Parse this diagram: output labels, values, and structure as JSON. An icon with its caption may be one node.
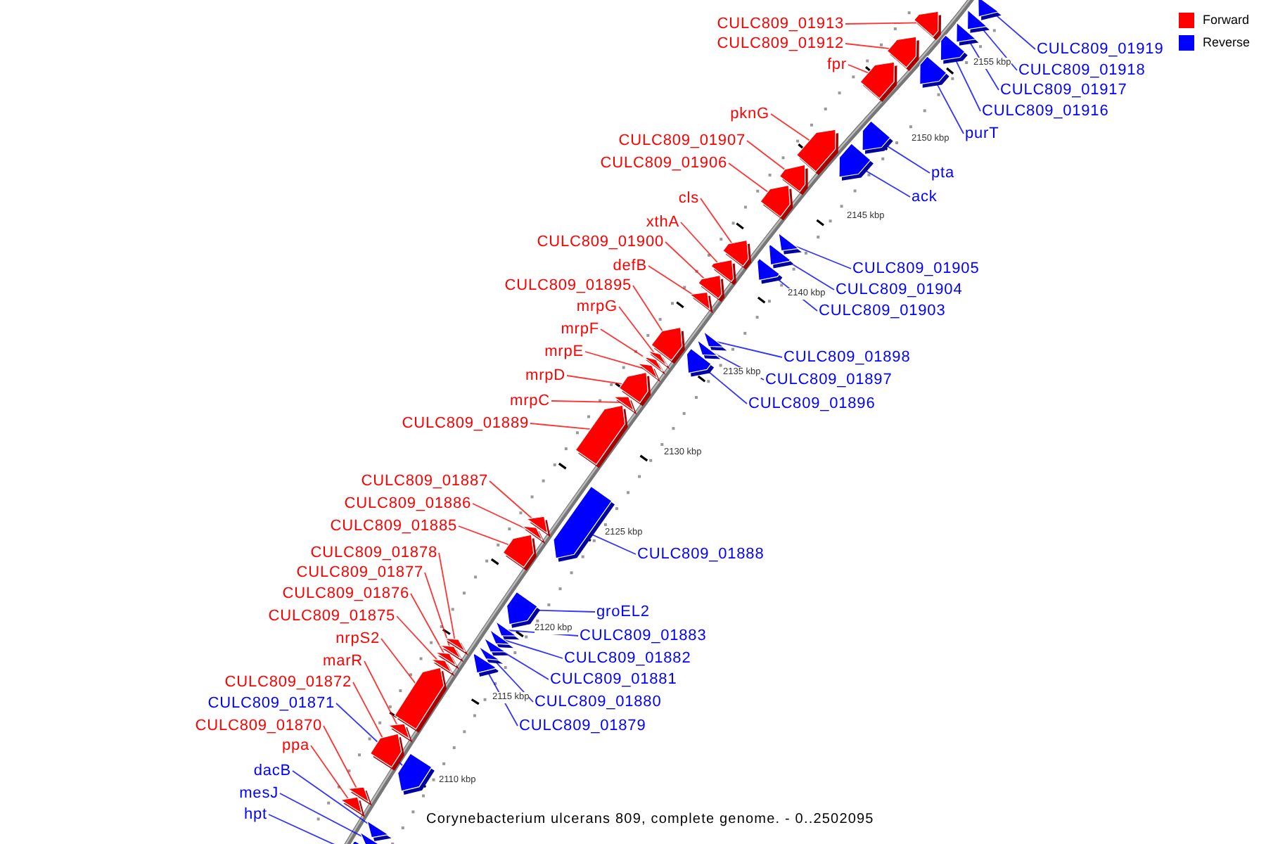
{
  "diagram": {
    "caption": "Corynebacterium ulcerans 809, complete genome. - 0..2502095",
    "nodes": [
      {
        "text": [
          "CULC809_01913"
        ]
      },
      {
        "text": [
          "CULC809_01912"
        ]
      },
      {
        "text": [
          "fpr"
        ]
      },
      {
        "text": [
          "pknG"
        ]
      },
      {
        "text": [
          "CULC809_01907"
        ]
      },
      {
        "text": [
          "CULC809_01906"
        ]
      },
      {
        "text": [
          "cls"
        ]
      },
      {
        "text": [
          "xthA"
        ]
      },
      {
        "text": [
          "CULC809_01900"
        ]
      },
      {
        "text": [
          "defB"
        ]
      },
      {
        "text": [
          "CULC809_01895"
        ]
      },
      {
        "text": [
          "mrpG"
        ]
      },
      {
        "text": [
          "mrpF"
        ]
      },
      {
        "text": [
          "mrpE"
        ]
      },
      {
        "text": [
          "mrpD"
        ]
      },
      {
        "text": [
          "mrpC"
        ]
      },
      {
        "text": [
          "CULC809_01889"
        ]
      },
      {
        "text": [
          "CULC809_01887"
        ]
      },
      {
        "text": [
          "CULC809_01886"
        ]
      },
      {
        "text": [
          "CULC809_01885"
        ]
      },
      {
        "text": [
          "CULC809_01878"
        ]
      },
      {
        "text": [
          "CULC809_01877"
        ]
      },
      {
        "text": [
          "CULC809_01876"
        ]
      },
      {
        "text": [
          "CULC809_01875"
        ]
      },
      {
        "text": [
          "nrpS2"
        ]
      },
      {
        "text": [
          "marR"
        ]
      },
      {
        "text": [
          "CULC809_01872"
        ]
      },
      {
        "text": [
          "CULC809_01870"
        ]
      },
      {
        "text": [
          "ppa"
        ]
      },
      {
        "text": [
          "CULC809_01919"
        ]
      },
      {
        "text": [
          "CULC809_01918"
        ]
      },
      {
        "text": [
          "CULC809_01917"
        ]
      },
      {
        "text": [
          "CULC809_01916"
        ]
      },
      {
        "text": [
          "purT"
        ]
      },
      {
        "text": [
          "pta"
        ]
      },
      {
        "text": [
          "ack"
        ]
      },
      {
        "text": [
          "CULC809_01905"
        ]
      },
      {
        "text": [
          "CULC809_01904"
        ]
      },
      {
        "text": [
          "CULC809_01903"
        ]
      },
      {
        "text": [
          "CULC809_01898"
        ]
      },
      {
        "text": [
          "CULC809_01897"
        ]
      },
      {
        "text": [
          "CULC809_01896"
        ]
      },
      {
        "text": [
          "CULC809_01888"
        ]
      },
      {
        "text": [
          "groEL2"
        ]
      },
      {
        "text": [
          "CULC809_01883"
        ]
      },
      {
        "text": [
          "CULC809_01882"
        ]
      },
      {
        "text": [
          "CULC809_01881"
        ]
      },
      {
        "text": [
          "CULC809_01880"
        ]
      },
      {
        "text": [
          "CULC809_01879"
        ]
      },
      {
        "text": [
          "CULC809_01871"
        ]
      },
      {
        "text": [
          "dacB"
        ]
      },
      {
        "text": [
          "mesJ"
        ]
      },
      {
        "text": [
          "hpt"
        ]
      },
      {
        "text": [],
        "shape": "pentagon"
      },
      {
        "text": [],
        "shape": "pentagon"
      },
      {
        "text": [],
        "shape": "pentagon"
      },
      {
        "text": [],
        "shape": "pentagon"
      },
      {
        "text": [],
        "shape": "pentagon"
      },
      {
        "text": [],
        "shape": "pentagon"
      },
      {
        "text": [],
        "shape": "pentagon"
      },
      {
        "text": [],
        "shape": "pentagon"
      },
      {
        "text": [],
        "shape": "pentagon"
      },
      {
        "text": [],
        "shape": "pentagon"
      },
      {
        "text": [],
        "shape": "pentagon"
      },
      {
        "text": [],
        "shape": "pentagon"
      },
      {
        "text": [],
        "shape": "pentagon"
      },
      {
        "text": [],
        "shape": "pentagon"
      },
      {
        "text": [],
        "shape": "pentagon"
      },
      {
        "text": [],
        "shape": "pentagon"
      },
      {
        "text": [],
        "shape": "pentagon"
      },
      {
        "text": [],
        "shape": "pentagon"
      },
      {
        "text": [],
        "shape": "pentagon"
      },
      {
        "text": [],
        "shape": "pentagon"
      },
      {
        "text": [],
        "shape": "pentagon"
      },
      {
        "text": [],
        "shape": "pentagon"
      },
      {
        "text": [],
        "shape": "pentagon"
      },
      {
        "text": [],
        "shape": "pentagon"
      },
      {
        "text": [],
        "shape": "pentagon"
      },
      {
        "text": [],
        "shape": "pentagon"
      },
      {
        "text": [],
        "shape": "pentagon"
      },
      {
        "text": [],
        "shape": "pentagon"
      },
      {
        "text": [],
        "shape": "pentagon"
      },
      {
        "text": [],
        "shape": "pentagon"
      },
      {
        "text": [],
        "shape": "pentagon"
      },
      {
        "text": [],
        "shape": "pentagon"
      },
      {
        "text": [],
        "shape": "pentagon"
      },
      {
        "text": [],
        "shape": "pentagon"
      },
      {
        "text": [],
        "shape": "pentagon"
      },
      {
        "text": [],
        "shape": "pentagon"
      },
      {
        "text": [],
        "shape": "pentagon"
      },
      {
        "text": [],
        "shape": "pentagon"
      },
      {
        "text": [],
        "shape": "pentagon"
      },
      {
        "text": [],
        "shape": "pentagon"
      },
      {
        "text": [],
        "shape": "pentagon"
      },
      {
        "text": [],
        "shape": "pentagon"
      },
      {
        "text": [],
        "shape": "pentagon"
      },
      {
        "text": [],
        "shape": "pentagon"
      },
      {
        "text": [],
        "shape": "pentagon"
      },
      {
        "text": [],
        "shape": "pentagon"
      },
      {
        "text": [],
        "shape": "pentagon"
      },
      {
        "text": [],
        "shape": "pentagon"
      },
      {
        "text": [],
        "shape": "pentagon"
      },
      {
        "text": [],
        "shape": "pentagon"
      },
      {
        "text": [],
        "shape": "pentagon"
      },
      {
        "text": [],
        "shape": "pentagon"
      },
      {
        "text": [],
        "shape": "pentagon"
      }
    ],
    "edges": [
      {
        "from": 0,
        "to": 53,
        "arrow": "none"
      },
      {
        "from": 1,
        "to": 54,
        "arrow": "none"
      },
      {
        "from": 2,
        "to": 55,
        "arrow": "none"
      },
      {
        "from": 3,
        "to": 56,
        "arrow": "none"
      },
      {
        "from": 4,
        "to": 57,
        "arrow": "none"
      },
      {
        "from": 5,
        "to": 58,
        "arrow": "none"
      },
      {
        "from": 6,
        "to": 59,
        "arrow": "none"
      },
      {
        "from": 7,
        "to": 60,
        "arrow": "none"
      },
      {
        "from": 8,
        "to": 61,
        "arrow": "none"
      },
      {
        "from": 9,
        "to": 62,
        "arrow": "none"
      },
      {
        "from": 10,
        "to": 63,
        "arrow": "none"
      },
      {
        "from": 11,
        "to": 64,
        "arrow": "none"
      },
      {
        "from": 12,
        "to": 65,
        "arrow": "none"
      },
      {
        "from": 13,
        "to": 66,
        "arrow": "none"
      },
      {
        "from": 14,
        "to": 67,
        "arrow": "none"
      },
      {
        "from": 15,
        "to": 68,
        "arrow": "none"
      },
      {
        "from": 16,
        "to": 69,
        "arrow": "none"
      },
      {
        "from": 17,
        "to": 70,
        "arrow": "none"
      },
      {
        "from": 18,
        "to": 71,
        "arrow": "none"
      },
      {
        "from": 19,
        "to": 72,
        "arrow": "none"
      },
      {
        "from": 20,
        "to": 73,
        "arrow": "none"
      },
      {
        "from": 21,
        "to": 74,
        "arrow": "none"
      },
      {
        "from": 22,
        "to": 75,
        "arrow": "none"
      },
      {
        "from": 23,
        "to": 76,
        "arrow": "none"
      },
      {
        "from": 24,
        "to": 77,
        "arrow": "none"
      },
      {
        "from": 25,
        "to": 78,
        "arrow": "none"
      },
      {
        "from": 26,
        "to": 79,
        "arrow": "none"
      },
      {
        "from": 27,
        "to": 80,
        "arrow": "none"
      },
      {
        "from": 28,
        "to": 81,
        "arrow": "none"
      },
      {
        "from": 29,
        "to": 82,
        "arrow": "none",
        "color": "#0000ff"
      },
      {
        "from": 30,
        "to": 83,
        "arrow": "none",
        "color": "#0000ff"
      },
      {
        "from": 31,
        "to": 84,
        "arrow": "none",
        "color": "#0000ff"
      },
      {
        "from": 32,
        "to": 85,
        "arrow": "none",
        "color": "#0000ff"
      },
      {
        "from": 33,
        "to": 86,
        "arrow": "none",
        "color": "#0000ff"
      },
      {
        "from": 34,
        "to": 87,
        "arrow": "none",
        "color": "#0000ff"
      },
      {
        "from": 35,
        "to": 88,
        "arrow": "none",
        "color": "#0000ff"
      },
      {
        "from": 36,
        "to": 89,
        "arrow": "none",
        "color": "#0000ff"
      },
      {
        "from": 37,
        "to": 90,
        "arrow": "none",
        "color": "#0000ff"
      },
      {
        "from": 38,
        "to": 91,
        "arrow": "none",
        "color": "#0000ff"
      },
      {
        "from": 39,
        "to": 92,
        "arrow": "none",
        "color": "#0000ff"
      },
      {
        "from": 40,
        "to": 93,
        "arrow": "none",
        "color": "#0000ff"
      },
      {
        "from": 41,
        "to": 94,
        "arrow": "none",
        "color": "#0000ff"
      },
      {
        "from": 42,
        "to": 95,
        "arrow": "none",
        "color": "#0000ff"
      },
      {
        "from": 43,
        "to": 96,
        "arrow": "none",
        "color": "#0000ff"
      },
      {
        "from": 44,
        "to": 97,
        "arrow": "none",
        "color": "#0000ff"
      },
      {
        "from": 45,
        "to": 98,
        "arrow": "none",
        "color": "#0000ff"
      },
      {
        "from": 46,
        "to": 99,
        "arrow": "none",
        "color": "#0000ff"
      },
      {
        "from": 47,
        "to": 100,
        "arrow": "none",
        "color": "#0000ff"
      },
      {
        "from": 48,
        "to": 101,
        "arrow": "none",
        "color": "#0000ff"
      },
      {
        "from": 49,
        "to": 102,
        "arrow": "none",
        "color": "#0000ff"
      },
      {
        "from": 50,
        "to": 103,
        "arrow": "none",
        "color": "#0000ff"
      },
      {
        "from": 51,
        "to": 104,
        "arrow": "none",
        "color": "#0000ff"
      },
      {
        "from": 52,
        "to": 105,
        "arrow": "none",
        "color": "#0000ff"
      }
    ],
    "labels": [
      "2155 kbp",
      "2150 kbp",
      "2145 kbp",
      "2140 kbp",
      "2135 kbp",
      "2130 kbp",
      "2125 kbp",
      "2120 kbp",
      "2115 kbp",
      "2110 kbp"
    ],
    "legend": [
      {
        "text": "Forward",
        "color": "#ff0000"
      },
      {
        "text": "Reverse",
        "color": "#0000ff"
      }
    ]
  }
}
